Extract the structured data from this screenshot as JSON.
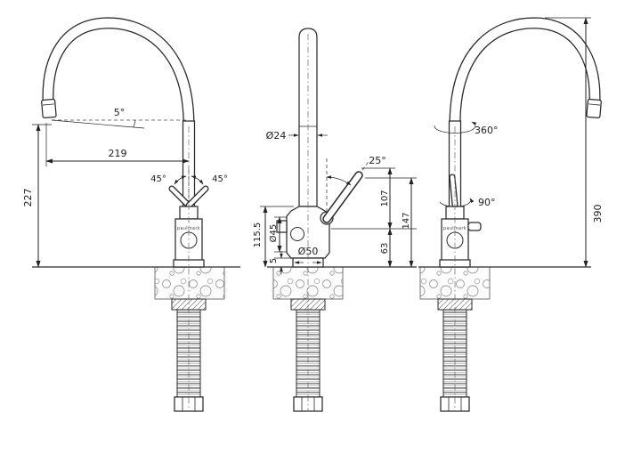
{
  "colors": {
    "line": "#2b2b2b",
    "dim_text": "#1d1d1d",
    "background": "#ffffff"
  },
  "brand": "paulmark",
  "views": {
    "left": {
      "dims": {
        "spout_angle": "5°",
        "spout_reach": "219",
        "spout_height": "227",
        "lever_swing_left": "45°",
        "lever_swing_right": "45°"
      }
    },
    "center": {
      "dims": {
        "pipe_diameter": "Ø24",
        "lever_tilt": "25°",
        "body_height": "115.5",
        "body_diameter": "Ø45",
        "base_height": "5",
        "base_diameter": "Ø50",
        "lever_span": "107",
        "lever_tip_height": "147",
        "pivot_height": "63"
      }
    },
    "right": {
      "dims": {
        "spout_swivel": "360°",
        "lever_swivel": "90°",
        "total_height": "390"
      }
    }
  }
}
